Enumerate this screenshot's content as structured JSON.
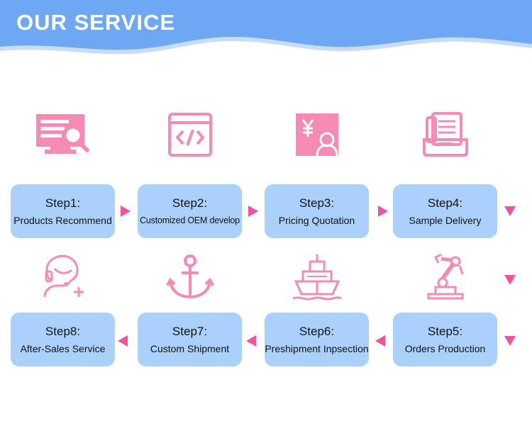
{
  "header": {
    "title": "OUR SERVICE"
  },
  "colors": {
    "banner": "#6fa8f2",
    "step_box": "#a9d1fc",
    "icon": "#f58bb5",
    "arrow": "#f1529e"
  },
  "steps": [
    {
      "number": "Step1:",
      "label": "Products Recommend",
      "icon": "monitor-search-icon"
    },
    {
      "number": "Step2:",
      "label": "Customized OEM develop",
      "icon": "code-window-icon"
    },
    {
      "number": "Step3:",
      "label": "Pricing Quotation",
      "icon": "yen-price-icon"
    },
    {
      "number": "Step4:",
      "label": "Sample Delivery",
      "icon": "document-tray-icon"
    },
    {
      "number": "Step5:",
      "label": "Orders Production",
      "icon": "robot-arm-icon"
    },
    {
      "number": "Step6:",
      "label": "Preshipment Inpsection",
      "icon": "ship-icon"
    },
    {
      "number": "Step7:",
      "label": "Custom Shipment",
      "icon": "anchor-icon"
    },
    {
      "number": "Step8:",
      "label": "After-Sales Service",
      "icon": "customer-support-icon"
    }
  ]
}
